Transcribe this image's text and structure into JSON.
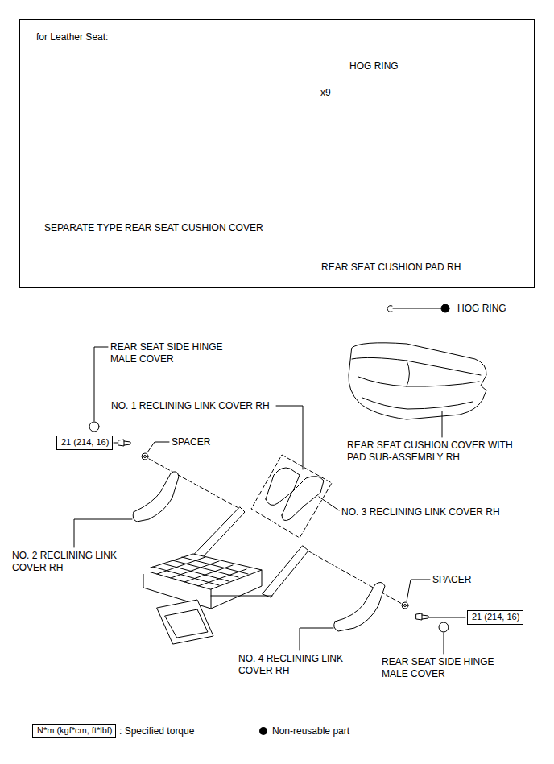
{
  "diagram": {
    "nodes": [
      {
        "text": [
          "for Leather Seat:"
        ]
      },
      {
        "text": [
          "21 (214, 16)"
        ]
      },
      {
        "text": [
          "21 (214, 16)"
        ]
      },
      {
        "text": [
          "N*m (kgf*cm, ft*lbf)"
        ]
      }
    ],
    "labels": [
      "HOG RING",
      "x9",
      "SEPARATE TYPE REAR SEAT CUSHION COVER",
      "REAR SEAT CUSHION PAD RH",
      "HOG RING",
      "REAR SEAT SIDE HINGE MALE COVER",
      "NO. 1 RECLINING LINK COVER RH",
      "SPACER",
      "REAR SEAT CUSHION COVER WITH PAD SUB-ASSEMBLY RH",
      "NO. 3 RECLINING LINK COVER RH",
      "NO. 2 RECLINING LINK COVER RH",
      "SPACER",
      "NO. 4 RECLINING LINK COVER RH",
      "REAR SEAT SIDE HINGE MALE COVER"
    ],
    "legend": [
      {
        "text": ": Specified torque"
      },
      {
        "text": "Non-reusable part",
        "color": "#000000"
      }
    ]
  }
}
